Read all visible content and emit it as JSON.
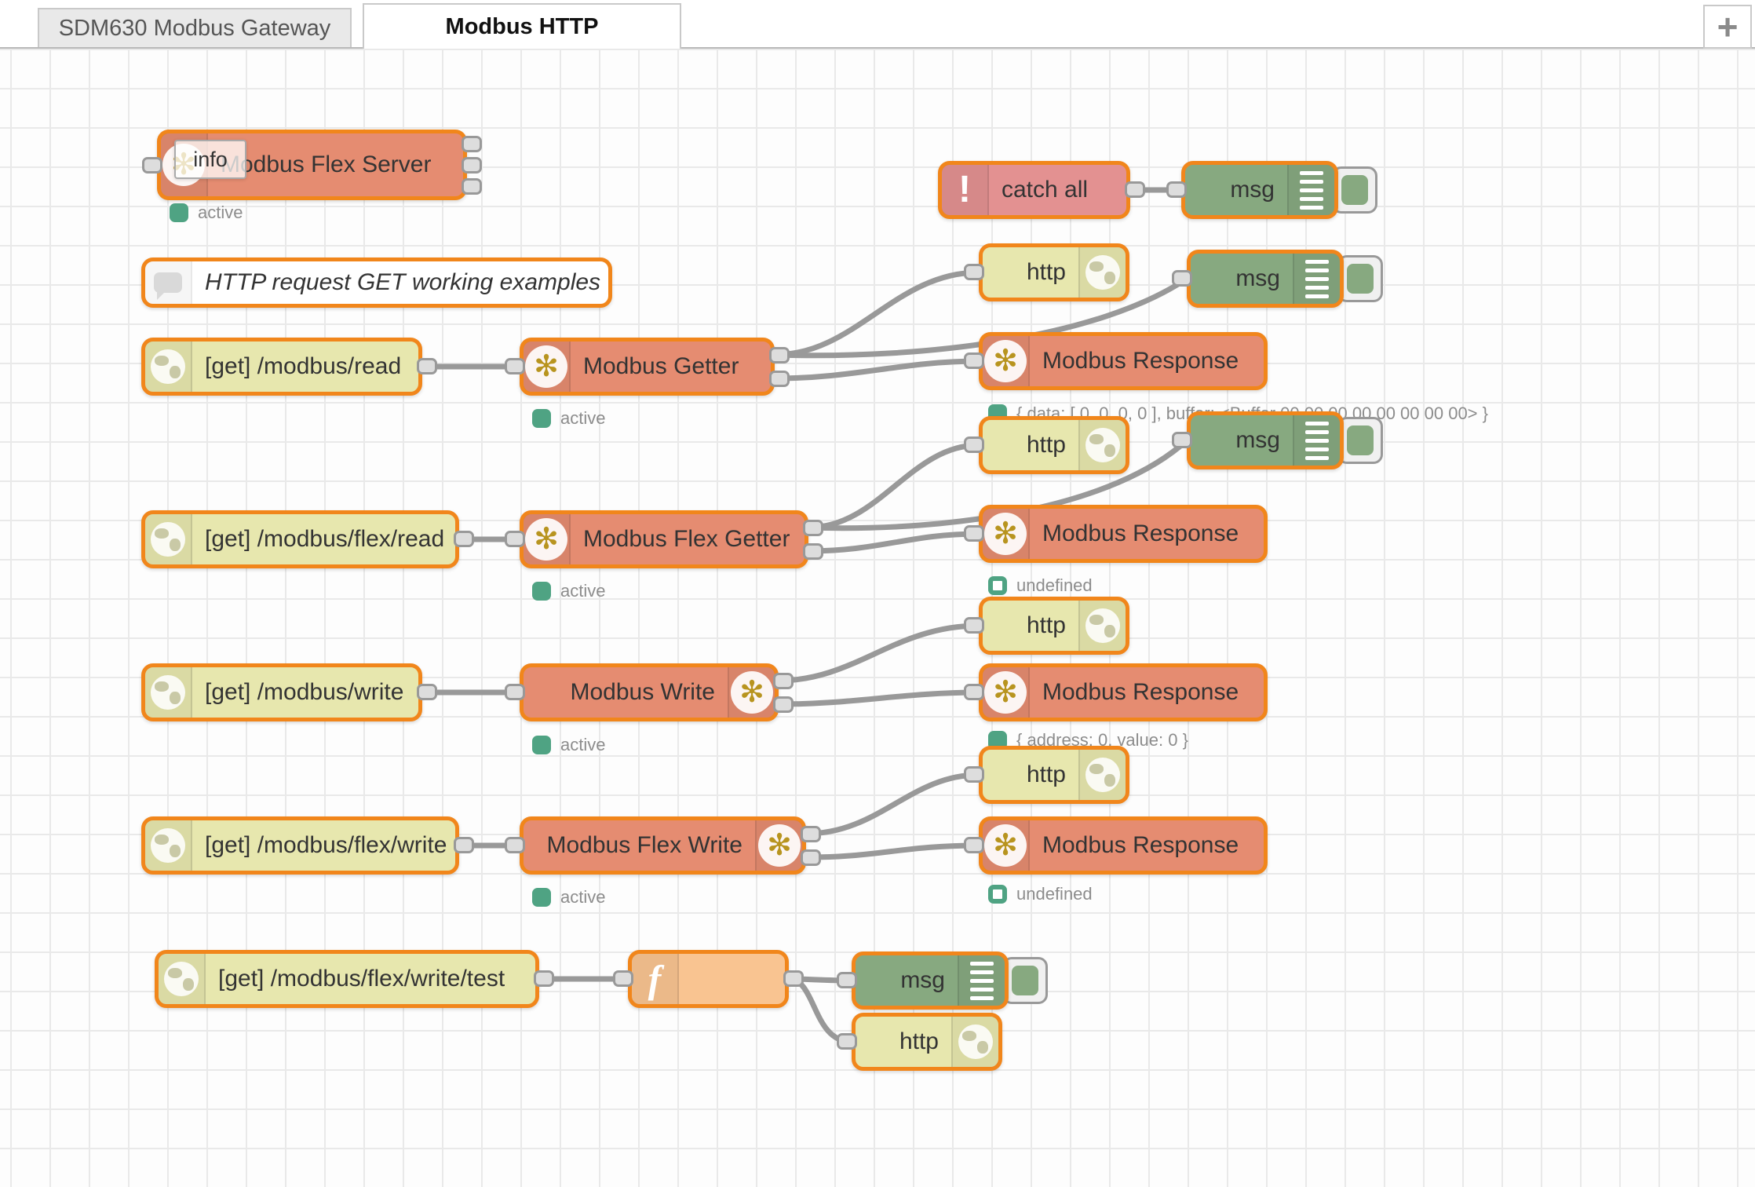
{
  "tabs": {
    "items": [
      {
        "label": "SDM630 Modbus Gateway",
        "active": false
      },
      {
        "label": "Modbus HTTP",
        "active": true
      }
    ],
    "add_label": "+"
  },
  "tooltip": {
    "label": "info"
  },
  "colors": {
    "selected_border": "#F1861B",
    "modbus_node": "#E58C71",
    "catch_node": "#E39191",
    "http_node": "#E7E7AE",
    "debug_node": "#87A980",
    "function_node": "#F9C491",
    "status_green": "#4FA383",
    "wire": "#999999"
  },
  "nodes": [
    {
      "type": "modbus-flex-server",
      "label": "Modbus Flex Server"
    },
    {
      "type": "catch",
      "label": "catch all"
    },
    {
      "type": "debug",
      "label": "msg"
    },
    {
      "type": "comment",
      "label": "HTTP request GET working examples"
    },
    {
      "type": "http-response",
      "label": "http"
    },
    {
      "type": "debug",
      "label": "msg"
    },
    {
      "type": "modbus-response",
      "label": "Modbus Response"
    },
    {
      "type": "http-in",
      "label": "[get] /modbus/read"
    },
    {
      "type": "modbus-getter",
      "label": "Modbus Getter"
    },
    {
      "type": "http-response",
      "label": "http"
    },
    {
      "type": "debug",
      "label": "msg"
    },
    {
      "type": "modbus-response",
      "label": "Modbus Response"
    },
    {
      "type": "http-in",
      "label": "[get] /modbus/flex/read"
    },
    {
      "type": "modbus-flex-getter",
      "label": "Modbus Flex Getter"
    },
    {
      "type": "http-response",
      "label": "http"
    },
    {
      "type": "http-in",
      "label": "[get] /modbus/write"
    },
    {
      "type": "modbus-write",
      "label": "Modbus Write"
    },
    {
      "type": "modbus-response",
      "label": "Modbus Response"
    },
    {
      "type": "http-response",
      "label": "http"
    },
    {
      "type": "http-in",
      "label": "[get] /modbus/flex/write"
    },
    {
      "type": "modbus-flex-write",
      "label": "Modbus Flex Write"
    },
    {
      "type": "modbus-response",
      "label": "Modbus Response"
    },
    {
      "type": "http-in",
      "label": "[get] /modbus/flex/write/test"
    },
    {
      "type": "function",
      "label": ""
    },
    {
      "type": "debug",
      "label": "msg"
    },
    {
      "type": "http-response",
      "label": "http"
    }
  ],
  "statuses": [
    {
      "text": "active",
      "style": "filled"
    },
    {
      "text": "active",
      "style": "filled"
    },
    {
      "text": "{ data: [ 0, 0, 0, 0 ], buffer: <Buffer 00 00 00 00 00 00 00 00> }",
      "style": "filled"
    },
    {
      "text": "active",
      "style": "filled"
    },
    {
      "text": "undefined",
      "style": "ring"
    },
    {
      "text": "active",
      "style": "filled"
    },
    {
      "text": "{ address: 0, value: 0 }",
      "style": "filled"
    },
    {
      "text": "active",
      "style": "filled"
    },
    {
      "text": "undefined",
      "style": "ring"
    }
  ]
}
